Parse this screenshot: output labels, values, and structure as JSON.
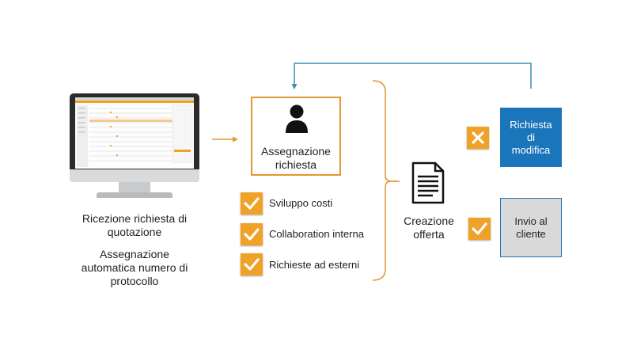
{
  "left": {
    "line1": "Ricezione richiesta di",
    "line2": "quotazione",
    "line3": "Assegnazione",
    "line4": "automatica numero di",
    "line5": "protocollo"
  },
  "assign": {
    "line1": "Assegnazione",
    "line2": "richiesta"
  },
  "tasks": [
    {
      "label": "Sviluppo costi"
    },
    {
      "label": "Collaboration interna"
    },
    {
      "label": "Richieste ad esterni"
    }
  ],
  "offer": {
    "line1": "Creazione",
    "line2": "offerta"
  },
  "outcomes": {
    "modify": {
      "line1": "Richiesta",
      "line2": "di",
      "line3": "modifica"
    },
    "send": {
      "line1": "Invio al",
      "line2": "cliente"
    }
  },
  "colors": {
    "orange": "#f0a127",
    "box_border": "#e0982f",
    "blue": "#1b75bb",
    "feedback_line": "#3a8fb7",
    "gray_box": "#d9d9d9"
  },
  "icons": {
    "user": "user-icon",
    "document": "document-icon",
    "check": "check-icon",
    "cross": "cross-icon"
  }
}
